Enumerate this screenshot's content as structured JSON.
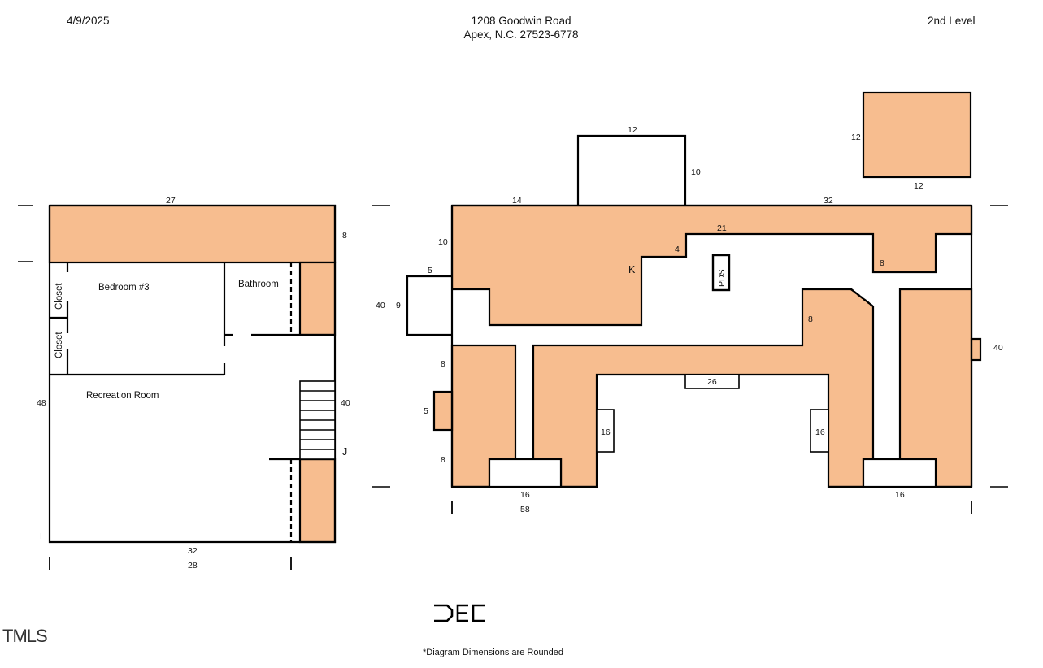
{
  "header": {
    "date": "4/9/2025",
    "address_line1": "1208 Goodwin Road",
    "address_line2": "Apex, N.C. 27523-6778",
    "level": "2nd Level"
  },
  "colors": {
    "shaded": "#F7BD8F",
    "line": "#000000"
  },
  "left_plan": {
    "rooms": {
      "bedroom": "Bedroom #3",
      "bathroom": "Bathroom",
      "closet1": "Closet",
      "closet2": "Closet",
      "recreation": "Recreation Room"
    },
    "dims": {
      "top": "27",
      "right_top": "8",
      "left_side": "48",
      "right_side": "40",
      "bottom": "32",
      "bottom_lower": "28"
    },
    "markers": {
      "j": "J",
      "i": "I"
    }
  },
  "right_plan": {
    "dims": {
      "top_left": "14",
      "bump_top": "12",
      "bump_side": "10",
      "top_right": "32",
      "roof_side": "12",
      "roof_bottom": "12",
      "left_10": "10",
      "left_5": "5",
      "left_9": "9",
      "left_40": "40",
      "left_8a": "8",
      "left_5b": "5",
      "left_8b": "8",
      "inner_4": "4",
      "inner_21": "21",
      "inner_8a": "8",
      "inner_8b": "8",
      "inner_26": "26",
      "inner_16a": "16",
      "inner_16b": "16",
      "bottom_16a": "16",
      "bottom_16b": "16",
      "bottom_58": "58",
      "right_40": "40"
    },
    "labels": {
      "k": "K",
      "pds": "PDS"
    }
  },
  "footer": {
    "logo": "TMLS",
    "note": "*Diagram Dimensions are Rounded"
  }
}
